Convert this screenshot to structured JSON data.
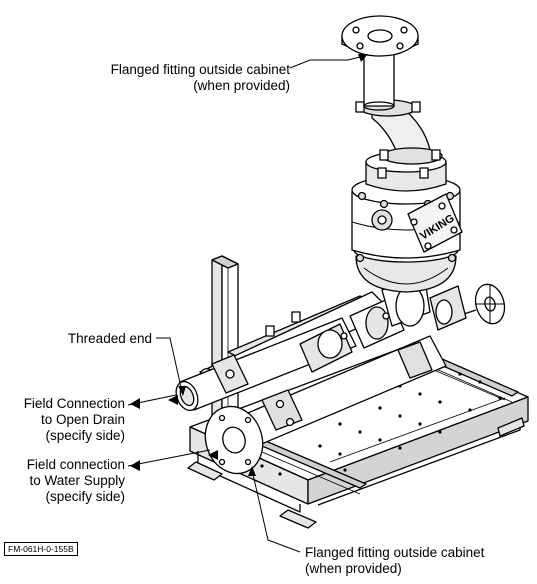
{
  "callouts": {
    "top_flange_line1": "Flanged fitting outside cabinet",
    "top_flange_line2": "(when provided)",
    "threaded_end": "Threaded end",
    "drain_line1": "Field Connection",
    "drain_line2": "to Open Drain",
    "drain_line3": "(specify side)",
    "supply_line1": "Field connection",
    "supply_line2": "to Water Supply",
    "supply_line3": "(specify side)",
    "bottom_flange_line1": "Flanged fitting outside cabinet",
    "bottom_flange_line2": "(when provided)"
  },
  "valve_logo": "VIKING",
  "drawing_number": "FM-061H-0-155B",
  "colors": {
    "line": "#000000",
    "fill": "#ffffff",
    "shade": "#d9d9d9"
  }
}
